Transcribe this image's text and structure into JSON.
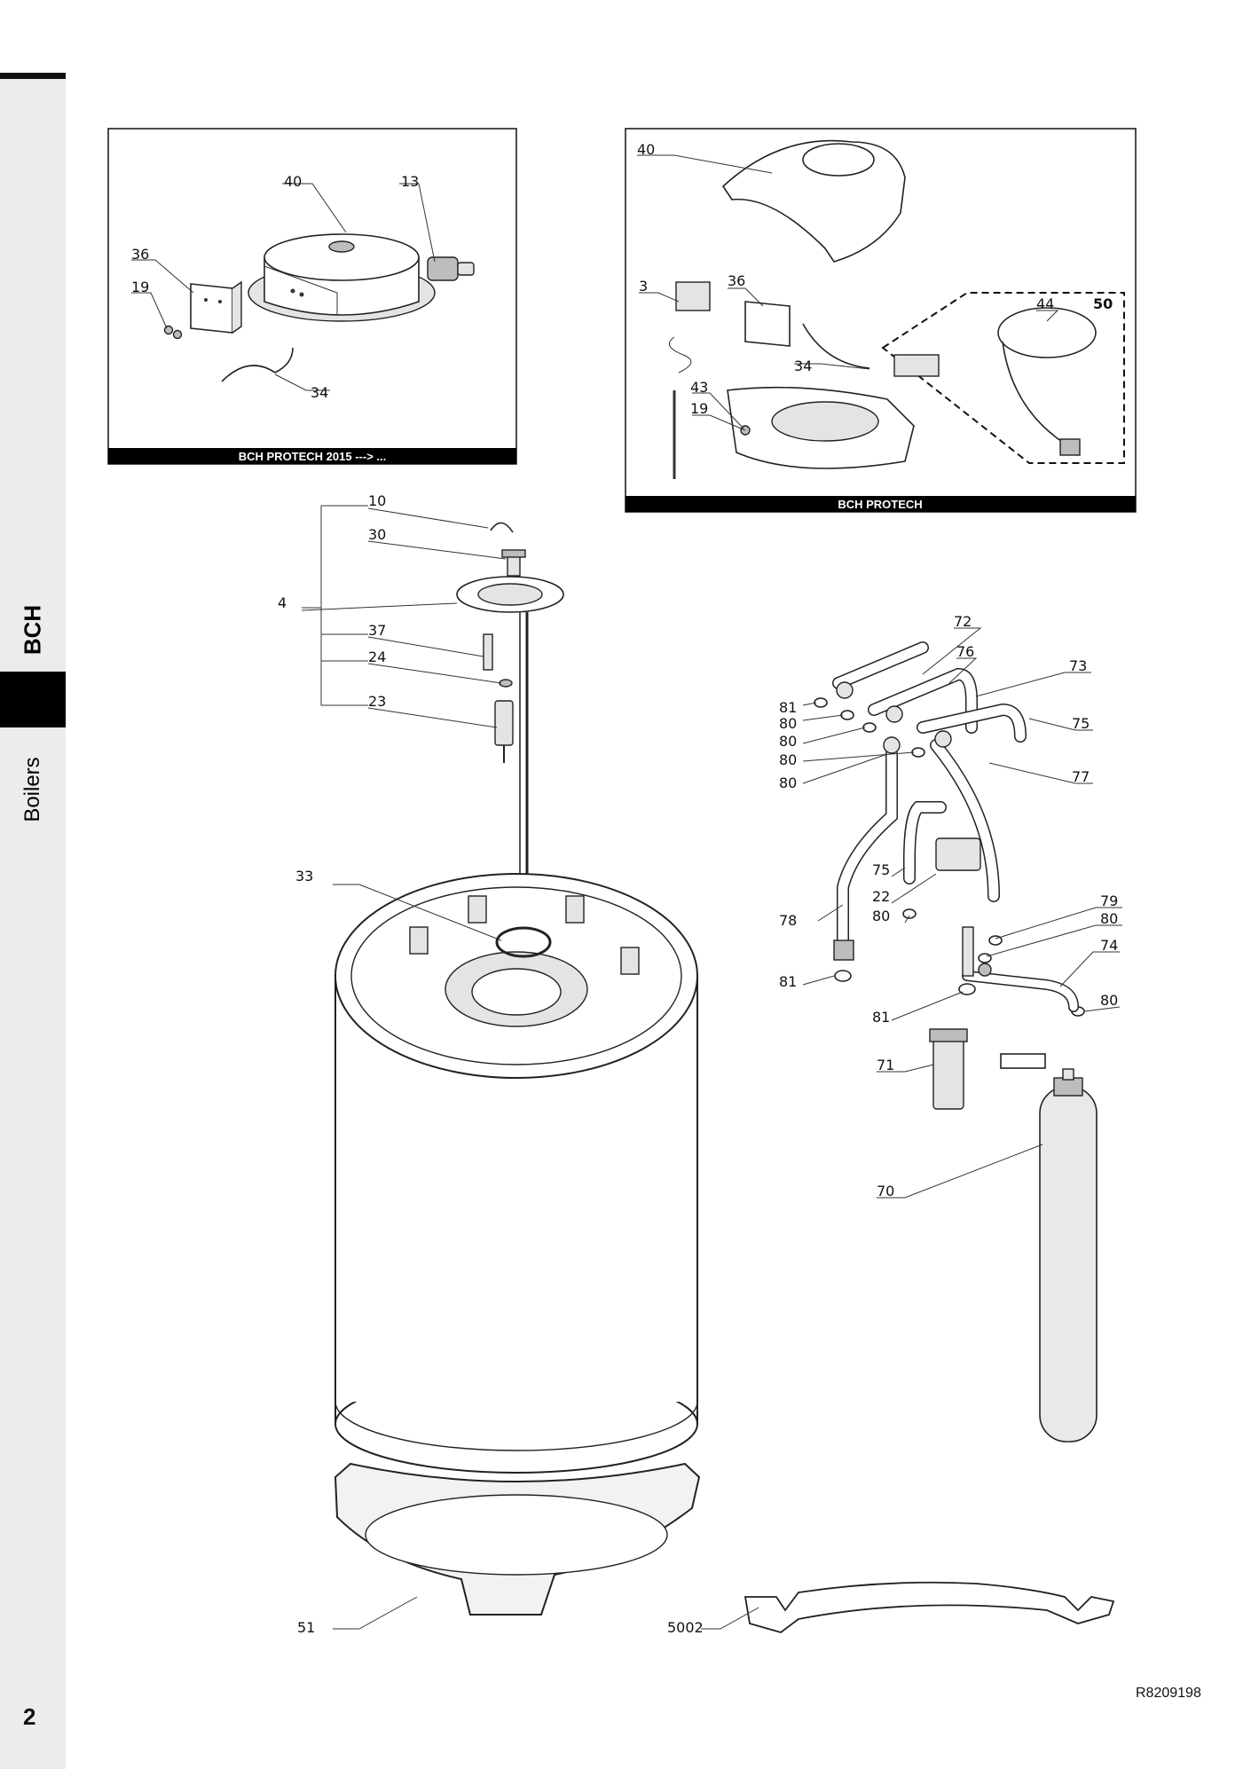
{
  "sidebar": {
    "section": "BCH",
    "category": "Boilers"
  },
  "page": {
    "number": "2",
    "reference": "R8209198"
  },
  "insets": [
    {
      "title": "BCH PROTECH 2015 ---> ..."
    },
    {
      "title": "BCH PROTECH"
    }
  ],
  "callouts": [
    "40",
    "13",
    "36",
    "19",
    "34",
    "40",
    "3",
    "36",
    "44",
    "50",
    "34",
    "43",
    "19",
    "10",
    "30",
    "4",
    "37",
    "24",
    "23",
    "72",
    "76",
    "73",
    "81",
    "80",
    "80",
    "80",
    "75",
    "80",
    "77",
    "33",
    "75",
    "22",
    "78",
    "80",
    "79",
    "80",
    "74",
    "81",
    "81",
    "80",
    "71",
    "70",
    "51",
    "5002"
  ]
}
